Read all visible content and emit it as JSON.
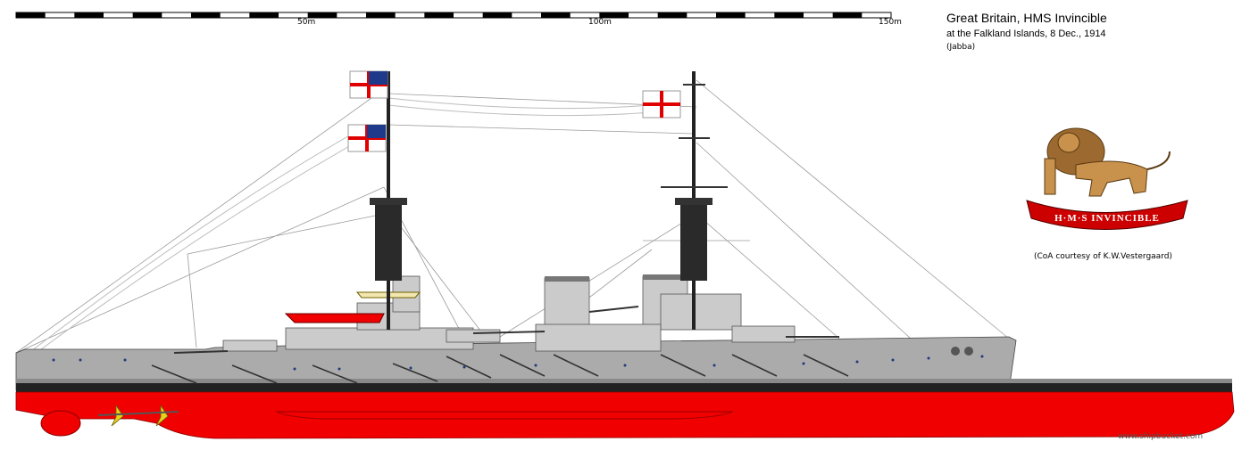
{
  "scale": {
    "marks": [
      "50m",
      "100m",
      "150m"
    ],
    "bar_colors": [
      "#000000",
      "#ffffff"
    ]
  },
  "header": {
    "title": "Great Britain, HMS Invincible",
    "subtitle": "at the Falkland Islands, 8 Dec., 1914",
    "author": "(Jabba)"
  },
  "crest": {
    "motto": "H·M·S INVINCIBLE",
    "credit": "(CoA courtesy of  K.W.Vestergaard)",
    "colors": {
      "lion": "#c8914c",
      "ribbon": "#cc0000"
    }
  },
  "watermark": "www.shipbucket.com",
  "ship": {
    "colors": {
      "hull": "#ababab",
      "superstructure": "#cbcbcb",
      "waterline_red": "#f00000",
      "boot_top": "#222222",
      "mast": "#222222",
      "ensign_red": "#e00000"
    }
  }
}
